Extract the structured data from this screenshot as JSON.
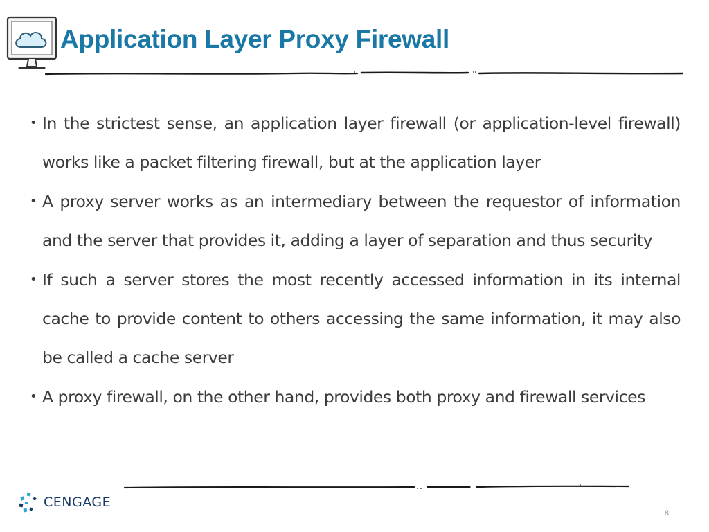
{
  "slide": {
    "title": "Application Layer Proxy Firewall",
    "bullets": [
      "In the strictest sense, an application layer firewall (or application-level firewall) works like a packet filtering firewall, but at the application layer",
      "A proxy server works as an intermediary between the requestor of information and the server that provides it, adding a layer of separation and thus security",
      "If such a server stores the most recently accessed information in its internal cache to provide content to others accessing the same information, it may also be called a cache server",
      "A proxy firewall, on the other hand, provides both proxy and firewall services"
    ],
    "bullet_glyph": "•",
    "footer": {
      "logo_text": "CENGAGE",
      "page_number": "8"
    },
    "colors": {
      "title": "#1a78a6",
      "body_text": "#3c3c3c",
      "logo_text": "#153a69",
      "logo_accent": "#2ea3d6",
      "rule": "#1a1a1a"
    },
    "icons": {
      "header": "cloud-monitor-icon",
      "footer": "cengage-logo-mark"
    }
  }
}
